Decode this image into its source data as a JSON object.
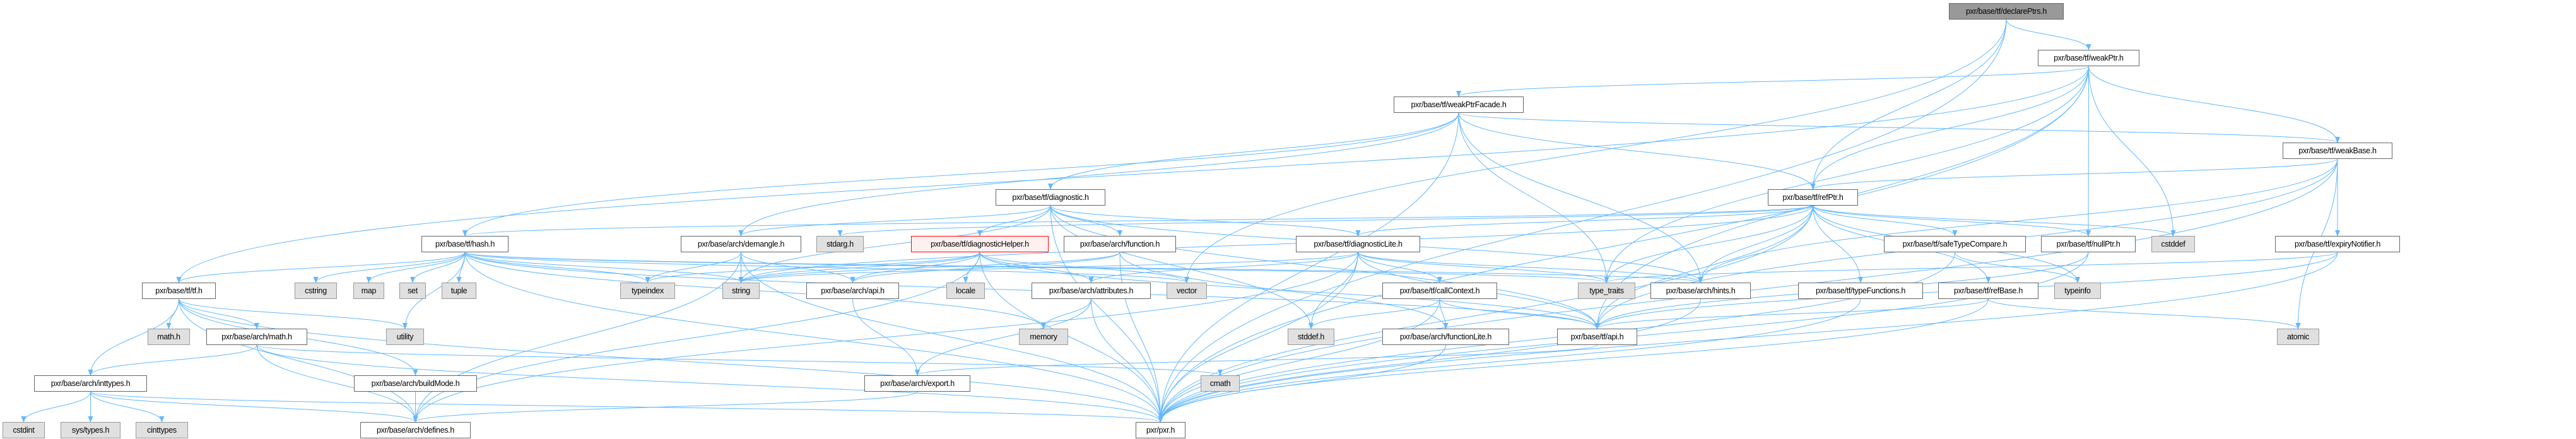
{
  "colors": {
    "edge": "#63b8ff",
    "node_border": "#666666",
    "system_fill": "#e0e0e0",
    "root_fill": "#999999",
    "highlight_border": "#ff0000"
  },
  "nodes": [
    {
      "id": "declarePtrs",
      "label": "pxr/base/tf/declarePtrs.h",
      "kind": "root"
    },
    {
      "id": "weakPtr",
      "label": "pxr/base/tf/weakPtr.h",
      "kind": "file"
    },
    {
      "id": "weakPtrFacade",
      "label": "pxr/base/tf/weakPtrFacade.h",
      "kind": "file"
    },
    {
      "id": "weakBase",
      "label": "pxr/base/tf/weakBase.h",
      "kind": "file"
    },
    {
      "id": "diagnostic",
      "label": "pxr/base/tf/diagnostic.h",
      "kind": "file"
    },
    {
      "id": "refPtr",
      "label": "pxr/base/tf/refPtr.h",
      "kind": "file"
    },
    {
      "id": "hash",
      "label": "pxr/base/tf/hash.h",
      "kind": "file"
    },
    {
      "id": "demangle",
      "label": "pxr/base/arch/demangle.h",
      "kind": "file"
    },
    {
      "id": "stdarg",
      "label": "stdarg.h",
      "kind": "sys"
    },
    {
      "id": "diagnosticHelper",
      "label": "pxr/base/tf/diagnosticHelper.h",
      "kind": "highlight"
    },
    {
      "id": "function",
      "label": "pxr/base/arch/function.h",
      "kind": "file"
    },
    {
      "id": "diagnosticLite",
      "label": "pxr/base/tf/diagnosticLite.h",
      "kind": "file"
    },
    {
      "id": "safeTypeCompare",
      "label": "pxr/base/tf/safeTypeCompare.h",
      "kind": "file"
    },
    {
      "id": "nullPtr",
      "label": "pxr/base/tf/nullPtr.h",
      "kind": "file"
    },
    {
      "id": "cstddef",
      "label": "cstddef",
      "kind": "sys"
    },
    {
      "id": "expiryNotifier",
      "label": "pxr/base/tf/expiryNotifier.h",
      "kind": "file"
    },
    {
      "id": "tf",
      "label": "pxr/base/tf/tf.h",
      "kind": "file"
    },
    {
      "id": "cstring",
      "label": "cstring",
      "kind": "sys"
    },
    {
      "id": "map",
      "label": "map",
      "kind": "sys"
    },
    {
      "id": "set",
      "label": "set",
      "kind": "sys"
    },
    {
      "id": "tuple",
      "label": "tuple",
      "kind": "sys"
    },
    {
      "id": "typeindex",
      "label": "typeindex",
      "kind": "sys"
    },
    {
      "id": "string",
      "label": "string",
      "kind": "sys"
    },
    {
      "id": "archApi",
      "label": "pxr/base/arch/api.h",
      "kind": "file"
    },
    {
      "id": "locale",
      "label": "locale",
      "kind": "sys"
    },
    {
      "id": "attributes",
      "label": "pxr/base/arch/attributes.h",
      "kind": "file"
    },
    {
      "id": "vector",
      "label": "vector",
      "kind": "sys"
    },
    {
      "id": "callContext",
      "label": "pxr/base/tf/callContext.h",
      "kind": "file"
    },
    {
      "id": "type_traits",
      "label": "type_traits",
      "kind": "sys"
    },
    {
      "id": "hints",
      "label": "pxr/base/arch/hints.h",
      "kind": "file"
    },
    {
      "id": "typeFunctions",
      "label": "pxr/base/tf/typeFunctions.h",
      "kind": "file"
    },
    {
      "id": "refBase",
      "label": "pxr/base/tf/refBase.h",
      "kind": "file"
    },
    {
      "id": "typeinfo",
      "label": "typeinfo",
      "kind": "sys"
    },
    {
      "id": "mathh",
      "label": "math.h",
      "kind": "sys"
    },
    {
      "id": "archMath",
      "label": "pxr/base/arch/math.h",
      "kind": "file"
    },
    {
      "id": "utility",
      "label": "utility",
      "kind": "sys"
    },
    {
      "id": "memory",
      "label": "memory",
      "kind": "sys"
    },
    {
      "id": "stddef",
      "label": "stddef.h",
      "kind": "sys"
    },
    {
      "id": "functionLite",
      "label": "pxr/base/arch/functionLite.h",
      "kind": "file"
    },
    {
      "id": "tfApi",
      "label": "pxr/base/tf/api.h",
      "kind": "file"
    },
    {
      "id": "atomic",
      "label": "atomic",
      "kind": "sys"
    },
    {
      "id": "inttypes",
      "label": "pxr/base/arch/inttypes.h",
      "kind": "file"
    },
    {
      "id": "buildMode",
      "label": "pxr/base/arch/buildMode.h",
      "kind": "file"
    },
    {
      "id": "export",
      "label": "pxr/base/arch/export.h",
      "kind": "file"
    },
    {
      "id": "cmath",
      "label": "cmath",
      "kind": "sys"
    },
    {
      "id": "cstdint",
      "label": "cstdint",
      "kind": "sys"
    },
    {
      "id": "systypes",
      "label": "sys/types.h",
      "kind": "sys"
    },
    {
      "id": "cinttypes",
      "label": "cinttypes",
      "kind": "sys"
    },
    {
      "id": "defines",
      "label": "pxr/base/arch/defines.h",
      "kind": "file"
    },
    {
      "id": "pxr",
      "label": "pxr/pxr.h",
      "kind": "file"
    }
  ],
  "edges": [
    [
      "declarePtrs",
      "pxr"
    ],
    [
      "declarePtrs",
      "refPtr"
    ],
    [
      "declarePtrs",
      "weakPtr"
    ],
    [
      "declarePtrs",
      "vector"
    ],
    [
      "weakPtr",
      "pxr"
    ],
    [
      "weakPtr",
      "tf"
    ],
    [
      "weakPtr",
      "weakPtrFacade"
    ],
    [
      "weakPtr",
      "refPtr"
    ],
    [
      "weakPtr",
      "nullPtr"
    ],
    [
      "weakPtr",
      "cstddef"
    ],
    [
      "weakPtr",
      "weakBase"
    ],
    [
      "weakPtr",
      "type_traits"
    ],
    [
      "weakPtr",
      "tfApi"
    ],
    [
      "weakPtrFacade",
      "pxr"
    ],
    [
      "weakPtrFacade",
      "hash"
    ],
    [
      "weakPtrFacade",
      "diagnostic"
    ],
    [
      "weakPtrFacade",
      "demangle"
    ],
    [
      "weakPtrFacade",
      "refPtr"
    ],
    [
      "weakPtrFacade",
      "weakBase"
    ],
    [
      "weakPtrFacade",
      "type_traits"
    ],
    [
      "weakPtrFacade",
      "hints"
    ],
    [
      "weakBase",
      "refPtr"
    ],
    [
      "weakBase",
      "expiryNotifier"
    ],
    [
      "weakBase",
      "tfApi"
    ],
    [
      "weakBase",
      "atomic"
    ],
    [
      "weakBase",
      "pxr"
    ],
    [
      "weakBase",
      "hints"
    ],
    [
      "expiryNotifier",
      "pxr"
    ],
    [
      "expiryNotifier",
      "tfApi"
    ],
    [
      "expiryNotifier",
      "type_traits"
    ],
    [
      "refPtr",
      "diagnosticLite"
    ],
    [
      "refPtr",
      "hash"
    ],
    [
      "refPtr",
      "nullPtr"
    ],
    [
      "refPtr",
      "refBase"
    ],
    [
      "refPtr",
      "safeTypeCompare"
    ],
    [
      "refPtr",
      "typeFunctions"
    ],
    [
      "refPtr",
      "cstddef"
    ],
    [
      "refPtr",
      "typeinfo"
    ],
    [
      "refPtr",
      "type_traits"
    ],
    [
      "refPtr",
      "tfApi"
    ],
    [
      "refPtr",
      "hints"
    ],
    [
      "refPtr",
      "pxr"
    ],
    [
      "refPtr",
      "stdarg"
    ],
    [
      "refPtr",
      "string"
    ],
    [
      "diagnostic",
      "diagnosticHelper"
    ],
    [
      "diagnostic",
      "function"
    ],
    [
      "diagnostic",
      "diagnosticLite"
    ],
    [
      "diagnostic",
      "demangle"
    ],
    [
      "diagnostic",
      "string"
    ],
    [
      "diagnostic",
      "tfApi"
    ],
    [
      "diagnostic",
      "hints"
    ],
    [
      "diagnostic",
      "pxr"
    ],
    [
      "diagnostic",
      "stddef"
    ],
    [
      "diagnosticHelper",
      "archApi"
    ],
    [
      "diagnosticHelper",
      "locale"
    ],
    [
      "diagnosticHelper",
      "attributes"
    ],
    [
      "diagnosticHelper",
      "vector"
    ],
    [
      "diagnosticHelper",
      "string"
    ],
    [
      "diagnosticHelper",
      "typeindex"
    ],
    [
      "diagnosticHelper",
      "pxr"
    ],
    [
      "diagnosticHelper",
      "tfApi"
    ],
    [
      "diagnosticHelper",
      "defines"
    ],
    [
      "function",
      "pxr"
    ],
    [
      "function",
      "functionLite"
    ],
    [
      "function",
      "string"
    ],
    [
      "function",
      "archApi"
    ],
    [
      "diagnosticLite",
      "attributes"
    ],
    [
      "diagnosticLite",
      "callContext"
    ],
    [
      "diagnosticLite",
      "stddef"
    ],
    [
      "diagnosticLite",
      "type_traits"
    ],
    [
      "diagnosticLite",
      "hints"
    ],
    [
      "diagnosticLite",
      "tfApi"
    ],
    [
      "diagnosticLite",
      "pxr"
    ],
    [
      "diagnosticLite",
      "string"
    ],
    [
      "diagnosticLite",
      "defines"
    ],
    [
      "callContext",
      "functionLite"
    ],
    [
      "callContext",
      "stddef"
    ],
    [
      "callContext",
      "tfApi"
    ],
    [
      "callContext",
      "pxr"
    ],
    [
      "hash",
      "tf"
    ],
    [
      "hash",
      "cstring"
    ],
    [
      "hash",
      "map"
    ],
    [
      "hash",
      "set"
    ],
    [
      "hash",
      "tuple"
    ],
    [
      "hash",
      "typeindex"
    ],
    [
      "hash",
      "string"
    ],
    [
      "hash",
      "utility"
    ],
    [
      "hash",
      "vector"
    ],
    [
      "hash",
      "memory"
    ],
    [
      "hash",
      "type_traits"
    ],
    [
      "hash",
      "pxr"
    ],
    [
      "hash",
      "tfApi"
    ],
    [
      "hash",
      "hints"
    ],
    [
      "demangle",
      "typeindex"
    ],
    [
      "demangle",
      "string"
    ],
    [
      "demangle",
      "archApi"
    ],
    [
      "demangle",
      "pxr"
    ],
    [
      "demangle",
      "defines"
    ],
    [
      "tf",
      "mathh"
    ],
    [
      "tf",
      "archMath"
    ],
    [
      "tf",
      "utility"
    ],
    [
      "tf",
      "inttypes"
    ],
    [
      "tf",
      "buildMode"
    ],
    [
      "tf",
      "defines"
    ],
    [
      "tf",
      "pxr"
    ],
    [
      "archMath",
      "inttypes"
    ],
    [
      "archMath",
      "defines"
    ],
    [
      "archMath",
      "pxr"
    ],
    [
      "archMath",
      "cmath"
    ],
    [
      "inttypes",
      "cstdint"
    ],
    [
      "inttypes",
      "systypes"
    ],
    [
      "inttypes",
      "cinttypes"
    ],
    [
      "inttypes",
      "defines"
    ],
    [
      "inttypes",
      "pxr"
    ],
    [
      "buildMode",
      "defines"
    ],
    [
      "archApi",
      "export"
    ],
    [
      "export",
      "defines"
    ],
    [
      "attributes",
      "memory"
    ],
    [
      "attributes",
      "export"
    ],
    [
      "attributes",
      "pxr"
    ],
    [
      "hints",
      "pxr"
    ],
    [
      "tfApi",
      "export"
    ],
    [
      "refBase",
      "atomic"
    ],
    [
      "refBase",
      "tfApi"
    ],
    [
      "refBase",
      "pxr"
    ],
    [
      "typeFunctions",
      "pxr"
    ],
    [
      "safeTypeCompare",
      "typeinfo"
    ],
    [
      "safeTypeCompare",
      "pxr"
    ],
    [
      "nullPtr",
      "tfApi"
    ],
    [
      "nullPtr",
      "pxr"
    ],
    [
      "functionLite",
      "pxr"
    ]
  ]
}
